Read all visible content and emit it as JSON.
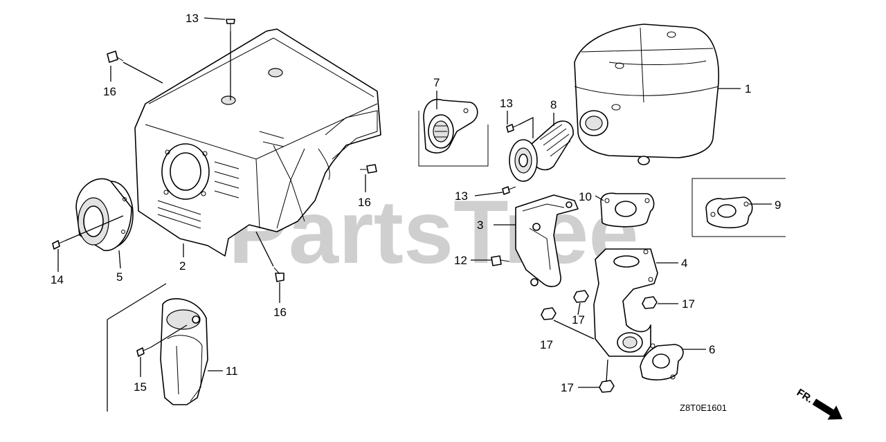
{
  "watermark": "PartsTree",
  "diagram_code": "Z8T0E1601",
  "direction_label": "FR.",
  "callouts": [
    {
      "id": "c1",
      "label": "1"
    },
    {
      "id": "c2",
      "label": "2"
    },
    {
      "id": "c3",
      "label": "3"
    },
    {
      "id": "c4",
      "label": "4"
    },
    {
      "id": "c5",
      "label": "5"
    },
    {
      "id": "c6",
      "label": "6"
    },
    {
      "id": "c7",
      "label": "7"
    },
    {
      "id": "c8",
      "label": "8"
    },
    {
      "id": "c9",
      "label": "9"
    },
    {
      "id": "c10",
      "label": "10"
    },
    {
      "id": "c11",
      "label": "11"
    },
    {
      "id": "c12",
      "label": "12"
    },
    {
      "id": "c13a",
      "label": "13"
    },
    {
      "id": "c13b",
      "label": "13"
    },
    {
      "id": "c13c",
      "label": "13"
    },
    {
      "id": "c14",
      "label": "14"
    },
    {
      "id": "c15",
      "label": "15"
    },
    {
      "id": "c16a",
      "label": "16"
    },
    {
      "id": "c16b",
      "label": "16"
    },
    {
      "id": "c16c",
      "label": "16"
    },
    {
      "id": "c17a",
      "label": "17"
    },
    {
      "id": "c17b",
      "label": "17"
    },
    {
      "id": "c17c",
      "label": "17"
    },
    {
      "id": "c17d",
      "label": "17"
    }
  ]
}
